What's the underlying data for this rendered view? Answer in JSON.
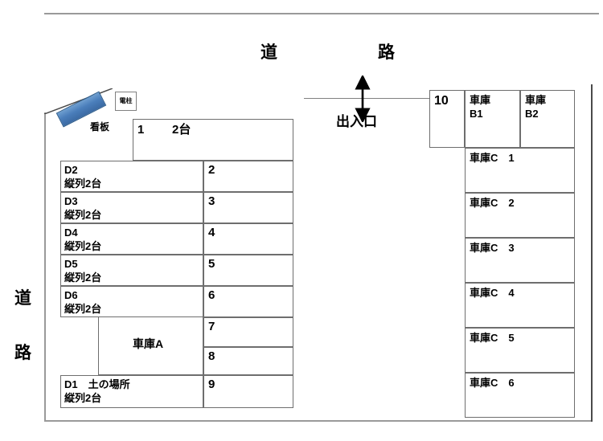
{
  "figure": {
    "title": "Parking lot layout diagram",
    "roads": {
      "top_left_char": "道",
      "top_right_char": "路",
      "left_char_1": "道",
      "left_char_2": "路"
    },
    "entrance": {
      "label": "出入口",
      "arrow": "double-headed-vertical-arrow"
    },
    "sign": {
      "label": "看板",
      "color": "#4a7ebb"
    },
    "utility_pole": {
      "label": "電柱"
    }
  },
  "left_block": {
    "top_cell": {
      "number": "1",
      "capacity": "2台"
    },
    "rows": [
      {
        "number": "2",
        "name": "D2",
        "note": "縦列2台"
      },
      {
        "number": "3",
        "name": "D3",
        "note": "縦列2台"
      },
      {
        "number": "4",
        "name": "D4",
        "note": "縦列2台"
      },
      {
        "number": "5",
        "name": "D5",
        "note": "縦列2台"
      },
      {
        "number": "6",
        "name": "D6",
        "note": "縦列2台"
      },
      {
        "number": "7",
        "name": "",
        "note": ""
      },
      {
        "number": "8",
        "name": "",
        "note": ""
      },
      {
        "number": "9",
        "name": "D1　土の場所",
        "note": "縦列2台"
      }
    ],
    "garage_a_label": "車庫A"
  },
  "right_block": {
    "stall_10": "10",
    "garage_b": [
      {
        "line1": "車庫",
        "line2": "B1"
      },
      {
        "line1": "車庫",
        "line2": "B2"
      }
    ],
    "garage_c": [
      "車庫C　1",
      "車庫C　2",
      "車庫C　3",
      "車庫C　4",
      "車庫C　5",
      "車庫C　6"
    ]
  }
}
